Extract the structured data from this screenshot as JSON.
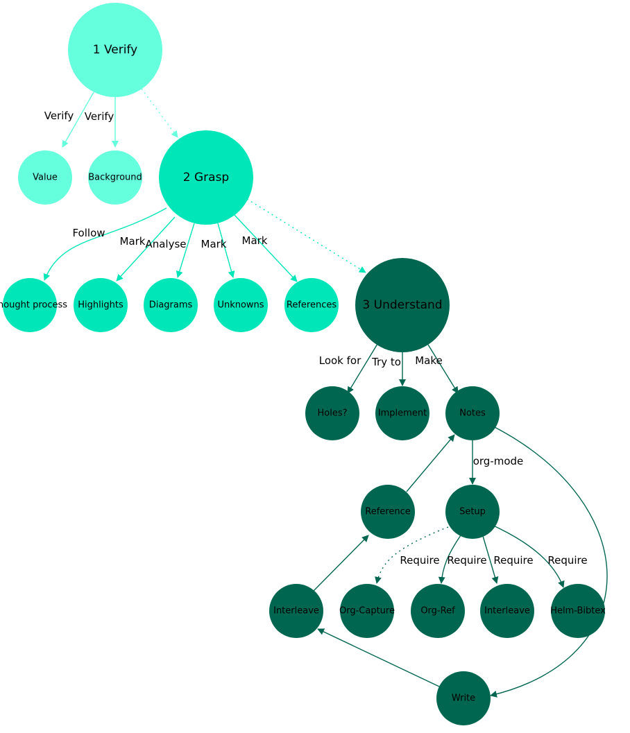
{
  "palette": {
    "verify": "#66ffdd",
    "grasp": "#00e6b8",
    "understand": "#006650",
    "background": "#ffffff"
  },
  "nodes": {
    "verify": "1 Verify",
    "value": "Value",
    "background": "Background",
    "grasp": "2 Grasp",
    "thought_process": "Thought process",
    "highlights": "Highlights",
    "diagrams": "Diagrams",
    "unknowns": "Unknowns",
    "references": "References",
    "understand": "3 Understand",
    "holes": "Holes?",
    "implement": "Implement",
    "notes": "Notes",
    "reference": "Reference",
    "setup": "Setup",
    "interleave_left": "Interleave",
    "org_capture": "Org-Capture",
    "org_ref": "Org-Ref",
    "interleave_right": "Interleave",
    "helm_bibtex": "Helm-Bibtex",
    "write": "Write"
  },
  "edge_labels": {
    "verify_value": "Verify",
    "verify_background": "Verify",
    "grasp_thought": "Follow",
    "grasp_highlights": "Mark",
    "grasp_diagrams": "Analyse",
    "grasp_unknowns": "Mark",
    "grasp_references": "Mark",
    "understand_holes": "Look for",
    "understand_implement": "Try to",
    "understand_notes": "Make",
    "notes_setup": "org-mode",
    "setup_capture": "Require",
    "setup_orgref": "Require",
    "setup_interleave": "Require",
    "setup_helm": "Require"
  }
}
